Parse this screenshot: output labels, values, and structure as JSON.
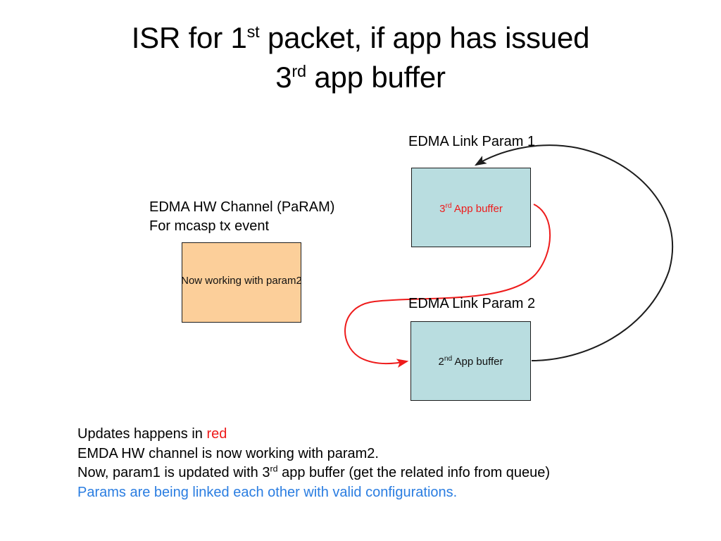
{
  "slide": {
    "title": {
      "line1_before": "ISR for 1",
      "line1_sup": "st",
      "line1_after": " packet, if app has issued",
      "line2_before": "3",
      "line2_sup": "rd",
      "line2_after": " app buffer"
    }
  },
  "diagram": {
    "labels": {
      "param1": "EDMA Link Param 1",
      "param2": "EDMA Link Param 2",
      "hw_channel_line1": "EDMA HW Channel (PaRAM)",
      "hw_channel_line2": "For mcasp tx event"
    },
    "boxes": {
      "param1": {
        "text_before": "3",
        "text_sup": "rd",
        "text_after": " App buffer",
        "fill": "#b9dde0",
        "border": "#1c1c1c",
        "text_color": "#ee1b1b"
      },
      "param2": {
        "text_before": "2",
        "text_sup": "nd",
        "text_after": " App buffer",
        "fill": "#b9dde0",
        "border": "#1c1c1c",
        "text_color": "#111111"
      },
      "hw_channel": {
        "text": "Now working with param2",
        "fill": "#fccf9a",
        "border": "#1c1c1c",
        "text_color": "#111111"
      }
    },
    "connectors": {
      "red_link": {
        "color": "#ee1b1b",
        "from": "param1-box-right",
        "to": "param2-box-left",
        "label": "param1 links to param2"
      },
      "black_link": {
        "color": "#1c1c1c",
        "from": "param2-box-right",
        "to": "param1-box-top",
        "label": "param2 links back to param1"
      }
    }
  },
  "notes": {
    "line1_before": "Updates happens in ",
    "line1_red": "red",
    "line2": "EMDA HW channel is now working with param2.",
    "line3_before": "Now, param1 is updated with 3",
    "line3_sup": "rd",
    "line3_after": " app buffer (get the related info from queue)",
    "line4": "Params are being linked each other with valid configurations."
  },
  "colors": {
    "red": "#ee1b1b",
    "blue_text": "#2a7de1",
    "box_blue": "#b9dde0",
    "box_orange": "#fccf9a",
    "stroke": "#1c1c1c",
    "background": "#ffffff"
  }
}
